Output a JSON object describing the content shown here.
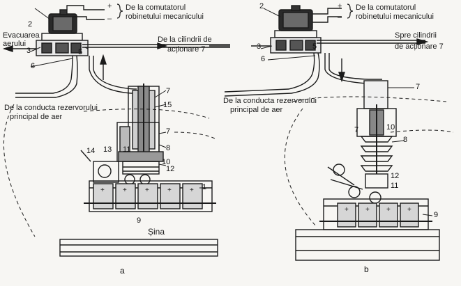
{
  "fig_a": {
    "text_commutator_1": "De la comutatorul",
    "text_commutator_2": "robinetului mecanicului",
    "text_exhaust_1": "Evacuarea",
    "text_exhaust_2": "aerului",
    "text_from_cyl_1": "De la cilindrii de",
    "text_from_cyl_2": "acționare 7",
    "text_main_pipe_1": "De la conducta rezervorului",
    "text_main_pipe_2": "principal de aer",
    "text_rail": "Șina",
    "caption": "a",
    "numbers": {
      "n1": "1",
      "n2": "2",
      "n3": "3",
      "n5": "5",
      "n6": "6",
      "n7a": "7",
      "n7b": "7",
      "n8": "8",
      "n9": "9",
      "n10": "10",
      "n11": "11",
      "n12": "12",
      "n13": "13",
      "n14": "14",
      "n15": "15"
    }
  },
  "fig_b": {
    "text_commutator_1": "De la comutatorul",
    "text_commutator_2": "robinetului mecanicului",
    "text_to_cyl_1": "Spre cilindrii",
    "text_to_cyl_2": "de acționare 7",
    "text_main_pipe_1": "De la conducta rezervorului",
    "text_main_pipe_2": "principal de aer",
    "caption": "b",
    "numbers": {
      "n2": "2",
      "n3": "3",
      "n5": "5",
      "n6": "6",
      "n7a": "7",
      "n7b": "7",
      "n8": "8",
      "n9": "9",
      "n10": "10",
      "n11": "11",
      "n12": "12"
    }
  },
  "signs": {
    "plus": "+",
    "minus": "–"
  }
}
